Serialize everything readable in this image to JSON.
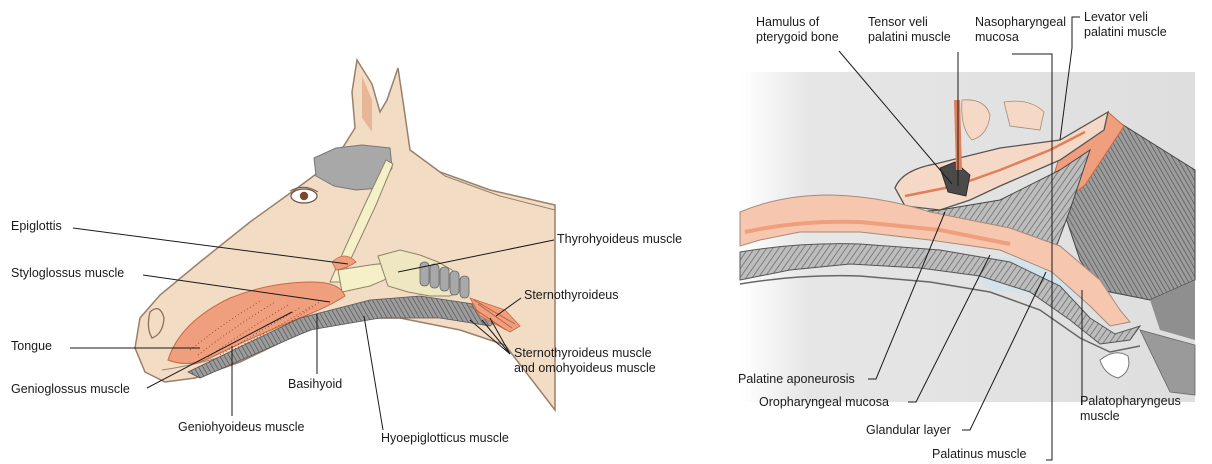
{
  "left_panel": {
    "labels": {
      "epiglottis": "Epiglottis",
      "styloglossus": "Styloglossus muscle",
      "tongue": "Tongue",
      "genioglossus": "Genioglossus muscle",
      "geniohyoideus": "Geniohyoideus muscle",
      "basihyoid": "Basihyoid",
      "hyoepiglotticus": "Hyoepiglotticus muscle",
      "thyrohyoideus": "Thyrohyoideus muscle",
      "sternothyroideus": "Sternothyroideus",
      "sterno_omo_line1": "Sternothyroideus muscle",
      "sterno_omo_line2": "and omohyoideus muscle"
    }
  },
  "right_panel": {
    "labels": {
      "hamulus_line1": "Hamulus of",
      "hamulus_line2": "pterygoid bone",
      "tensor_line1": "Tensor veli",
      "tensor_line2": "palatini muscle",
      "nasopharyngeal_line1": "Nasopharyngeal",
      "nasopharyngeal_line2": "mucosa",
      "levator_line1": "Levator veli",
      "levator_line2": "palatini muscle",
      "palatine_aponeurosis": "Palatine aponeurosis",
      "oropharyngeal_mucosa": "Oropharyngeal mucosa",
      "glandular_layer": "Glandular layer",
      "palatinus": "Palatinus muscle",
      "palatopharyngeus_line1": "Palatopharyngeus",
      "palatopharyngeus_line2": "muscle"
    }
  },
  "colors": {
    "skin": "#f2dcc4",
    "skin_edge": "#9a7f6a",
    "muscle": "#ef9f7e",
    "muscle_dark": "#d9754f",
    "bone": "#f6f0c8",
    "cartilage": "#a8a8a8",
    "gray_region": "#8f8f8f",
    "dark_gray": "#5e5e5e",
    "pale_gray": "#e4e4e4",
    "blue_tint": "#cfe3ef"
  }
}
